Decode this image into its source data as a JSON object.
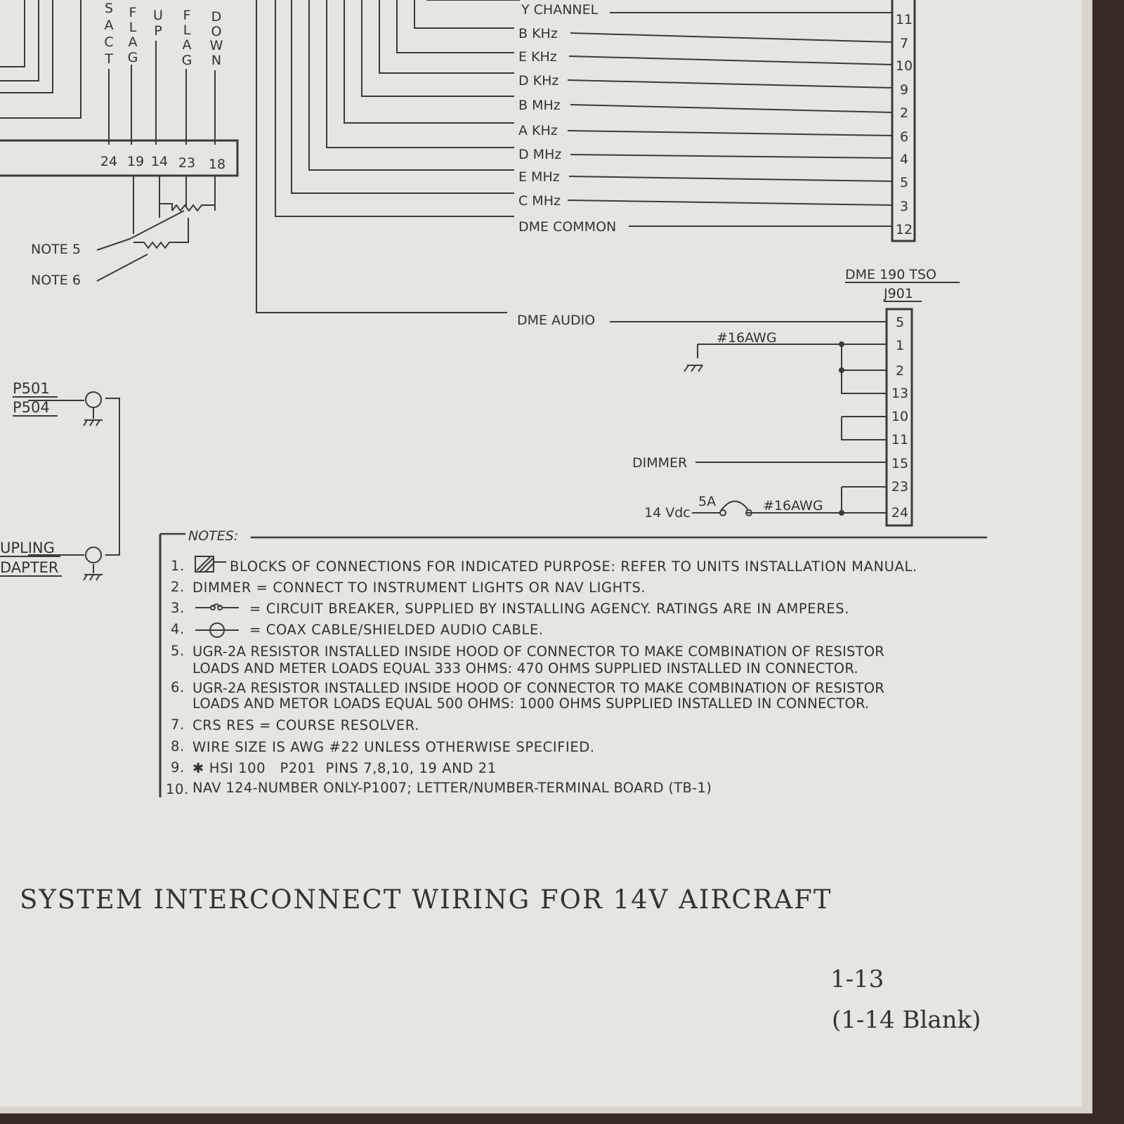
{
  "vertical_labels": [
    {
      "id": "sact",
      "text": "SACT"
    },
    {
      "id": "flag1",
      "text": "FLAG"
    },
    {
      "id": "up",
      "text": "UP"
    },
    {
      "id": "flag2",
      "text": "FLAG"
    },
    {
      "id": "down",
      "text": "DOWN"
    }
  ],
  "left_connector_pins": [
    "24",
    "19",
    "14",
    "23",
    "18"
  ],
  "note_callouts": [
    "NOTE 5",
    "NOTE 6"
  ],
  "nav_signals": [
    {
      "label": "Y CHANNEL",
      "pin": "11"
    },
    {
      "label": "B KHz",
      "pin": "7"
    },
    {
      "label": "E KHz",
      "pin": "10"
    },
    {
      "label": "D KHz",
      "pin": "9"
    },
    {
      "label": "B MHz",
      "pin": "2"
    },
    {
      "label": "A KHz",
      "pin": "6"
    },
    {
      "label": "D MHz",
      "pin": "4"
    },
    {
      "label": "E MHz",
      "pin": "5"
    },
    {
      "label": "C MHz",
      "pin": "3"
    },
    {
      "label": "DME COMMON",
      "pin": "12"
    }
  ],
  "dme": {
    "title": "DME 190 TSO",
    "connector": "J901",
    "audio_label": "DME AUDIO",
    "ground_wire_label": "#16AWG",
    "dimmer_label": "DIMMER",
    "power_label": "14 Vdc",
    "breaker_rating": "5A",
    "power_wire_label": "#16AWG",
    "pins": [
      "5",
      "1",
      "2",
      "13",
      "10",
      "11",
      "15",
      "23",
      "24"
    ]
  },
  "coax_labels": {
    "p501": "P501",
    "p504": "P504",
    "coupling": "UPLING",
    "adapter": "DAPTER"
  },
  "notes": {
    "header": "NOTES:",
    "items": [
      {
        "num": "1.",
        "text": "BLOCKS OF CONNECTIONS FOR INDICATED PURPOSE: REFER TO UNITS INSTALLATION MANUAL."
      },
      {
        "num": "2.",
        "text": "DIMMER = CONNECT TO INSTRUMENT LIGHTS OR NAV LIGHTS."
      },
      {
        "num": "3.",
        "text": "= CIRCUIT BREAKER, SUPPLIED BY INSTALLING AGENCY. RATINGS ARE IN AMPERES."
      },
      {
        "num": "4.",
        "text": "= COAX CABLE/SHIELDED AUDIO CABLE."
      },
      {
        "num": "5.",
        "text": "UGR-2A RESISTOR INSTALLED INSIDE HOOD OF CONNECTOR TO MAKE COMBINATION OF RESISTOR",
        "text2": "LOADS AND METER LOADS EQUAL 333 OHMS: 470 OHMS SUPPLIED INSTALLED IN CONNECTOR."
      },
      {
        "num": "6.",
        "text": "UGR-2A RESISTOR INSTALLED INSIDE HOOD OF CONNECTOR TO MAKE COMBINATION OF RESISTOR",
        "text2": "LOADS AND METOR LOADS EQUAL 500 OHMS: 1000 OHMS SUPPLIED INSTALLED IN CONNECTOR."
      },
      {
        "num": "7.",
        "text": "CRS RES = COURSE RESOLVER."
      },
      {
        "num": "8.",
        "text": "WIRE SIZE IS AWG #22 UNLESS OTHERWISE SPECIFIED."
      },
      {
        "num": "9.",
        "text": "✱ HSI 100   P201  PINS 7,8,10, 19 AND 21"
      },
      {
        "num": "10.",
        "text": "NAV 124-NUMBER ONLY-P1007; LETTER/NUMBER-TERMINAL BOARD (TB-1)"
      }
    ]
  },
  "title": "SYSTEM INTERCONNECT WIRING FOR 14V AIRCRAFT",
  "page_number": "1-13",
  "page_blank_note": "(1-14  Blank)"
}
